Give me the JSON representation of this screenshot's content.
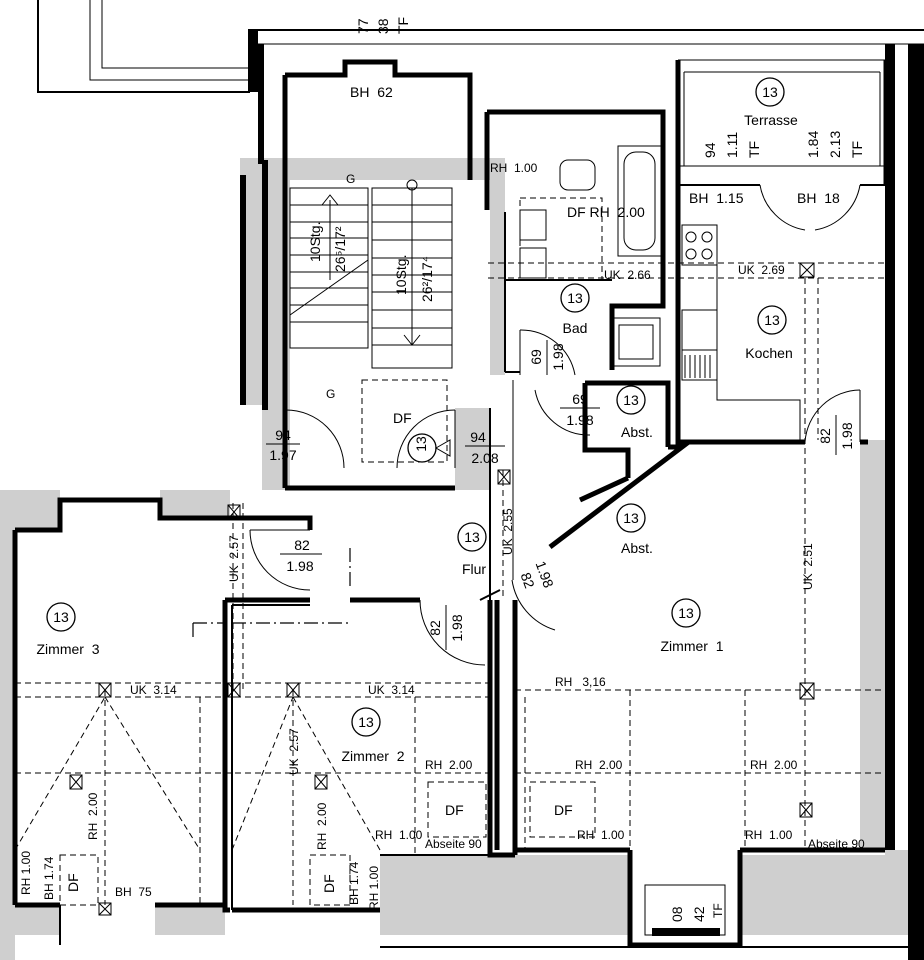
{
  "rooms": [
    {
      "id": "terrasse",
      "number": "13",
      "name": "Terrasse"
    },
    {
      "id": "bad",
      "number": "13",
      "name": "Bad"
    },
    {
      "id": "kochen",
      "number": "13",
      "name": "Kochen"
    },
    {
      "id": "abst1",
      "number": "13",
      "name": "Abst."
    },
    {
      "id": "abst2",
      "number": "13",
      "name": "Abst."
    },
    {
      "id": "stair",
      "number": "13",
      "name": ""
    },
    {
      "id": "flur",
      "number": "13",
      "name": "Flur"
    },
    {
      "id": "zimmer3",
      "number": "13",
      "name": "Zimmer  3"
    },
    {
      "id": "zimmer2",
      "number": "13",
      "name": "Zimmer  2"
    },
    {
      "id": "zimmer1",
      "number": "13",
      "name": "Zimmer  1"
    }
  ],
  "labels": {
    "bh62": "BH  62",
    "bh115": "BH  1.15",
    "bh18": "BH  18",
    "bh75": "BH  75",
    "bh174a": "BH 1.74",
    "bh174b": "BH 1.74",
    "rh100bad": "RH  1.00",
    "df_rh200": "DF RH  2.00",
    "uk266": "UK  2.66",
    "uk269": "UK  2.69",
    "uk255": "UK  2.55",
    "uk257a": "UK  2.57",
    "uk257b": "UK  2.57",
    "uk251": "UK  2.51",
    "uk314a": "UK  3.14",
    "uk314b": "UK  3.14",
    "rh316": "RH   3,16",
    "rh200a": "RH  2.00",
    "rh200b": "RH  2.00",
    "rh200c": "RH  2.00",
    "rh200v1": "RH  2.00",
    "rh200v2": "RH  2.00",
    "rh100a": "RH  1.00",
    "rh100b": "RH  1.00",
    "rh100c": "RH  1.00",
    "rh100v1": "RH 1.00",
    "rh100v2": "RH 1.00",
    "abseite1": "Abseite 90",
    "abseite2": "Abseite 90",
    "df_stair": "DF",
    "df_z2": "DF",
    "df_z1": "DF",
    "df_z3": "DF",
    "df_z2b": "DF",
    "g_top": "G",
    "g_bot": "G",
    "stair1": "10Stg.",
    "stair1b": "26⁵/17²",
    "stair2": "10Stg.",
    "stair2b": "26²/17⁴",
    "top_dim_a": "77",
    "top_dim_b": "38",
    "top_dim_c": "TF",
    "ter_a1": "94",
    "ter_a2": "1.11",
    "ter_a3": "TF",
    "ter_b1": "1.84",
    "ter_b2": "2.13",
    "ter_b3": "TF",
    "win_a": "08",
    "win_b": "42",
    "win_c": "TF"
  },
  "doors": [
    {
      "id": "d1",
      "w": "94",
      "h": "1.97"
    },
    {
      "id": "d2",
      "w": "94",
      "h": "2.08"
    },
    {
      "id": "d3",
      "w": "82",
      "h": "1.98"
    },
    {
      "id": "d4",
      "w": "82",
      "h": "1.98"
    },
    {
      "id": "d5",
      "w": "69",
      "h": "1.98"
    },
    {
      "id": "d6",
      "w": "69",
      "h": "1.98"
    },
    {
      "id": "d7",
      "w": "82",
      "h": "1.98"
    },
    {
      "id": "d8",
      "w": "82",
      "h": "1.98"
    }
  ]
}
